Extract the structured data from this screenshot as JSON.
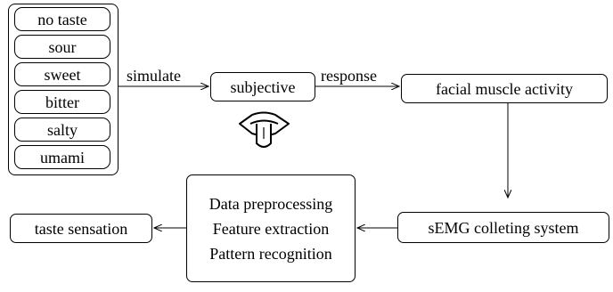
{
  "tastes": [
    "no taste",
    "sour",
    "sweet",
    "bitter",
    "salty",
    "umami"
  ],
  "edges": {
    "simulate": "simulate",
    "response": "response"
  },
  "nodes": {
    "subjective": "subjective",
    "facial": "facial muscle activity",
    "semg": "sEMG colleting system",
    "processing": [
      "Data preprocessing",
      "Feature extraction",
      "Pattern recognition"
    ],
    "output": "taste sensation"
  },
  "icons": {
    "mouth": "mouth-tongue-icon"
  }
}
